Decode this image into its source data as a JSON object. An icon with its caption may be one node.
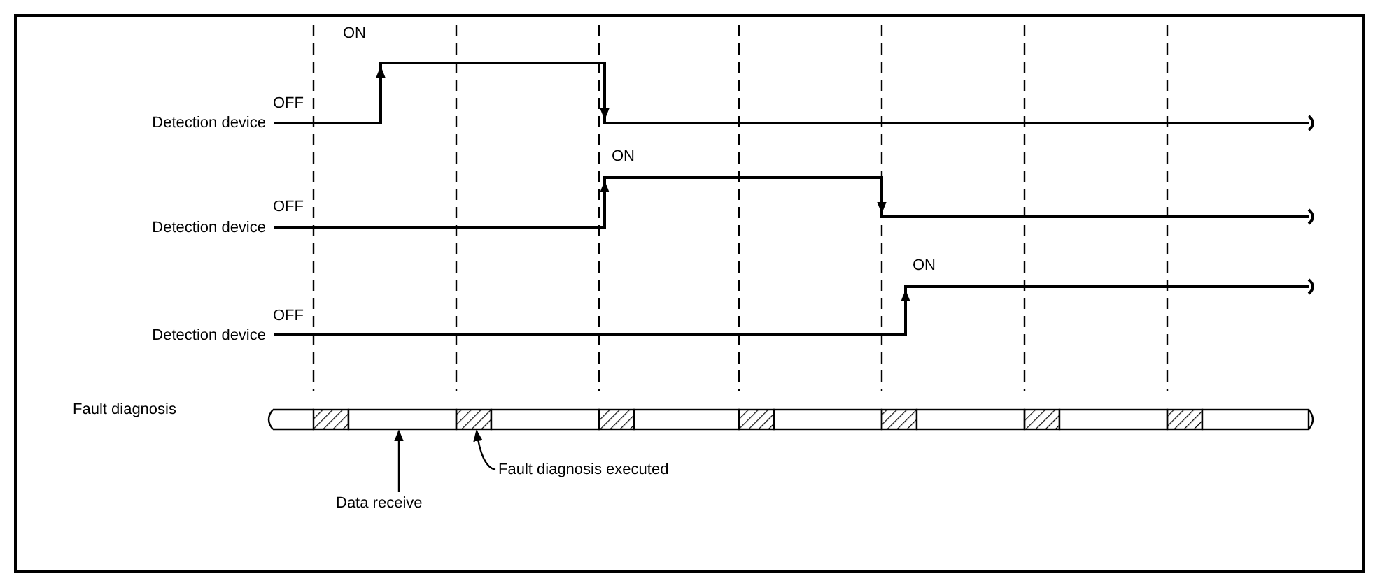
{
  "diagram": {
    "nodes": [
      {
        "text": [
          "Data receive"
        ]
      },
      {
        "text": [
          "Fault diagnosis executed"
        ]
      },
      {
        "text": [],
        "shape": "bar"
      },
      {
        "text": [],
        "shape": "bar"
      },
      {
        "text": [],
        "shape": "bar"
      },
      {
        "text": [],
        "shape": "bar"
      },
      {
        "text": [],
        "shape": "bar"
      },
      {
        "text": [],
        "shape": "bar"
      },
      {
        "text": [],
        "shape": "bar"
      },
      {
        "text": [],
        "shape": "bar"
      },
      {
        "text": [],
        "shape": "bar"
      },
      {
        "text": [],
        "shape": "bar"
      },
      {
        "text": [],
        "shape": "bar"
      },
      {
        "text": [],
        "shape": "bar"
      },
      {
        "text": [],
        "shape": "bar"
      },
      {
        "text": [],
        "shape": "bar"
      }
    ],
    "edges": [
      {
        "from": 0,
        "to": 3,
        "arrow": "to"
      },
      {
        "from": 1,
        "to": 4,
        "arrow": "to"
      }
    ],
    "labels": [
      "ON",
      "OFF",
      "Detection device",
      "ON",
      "OFF",
      "Detection device",
      "ON",
      "OFF",
      "Detection device",
      "Fault diagnosis"
    ]
  }
}
